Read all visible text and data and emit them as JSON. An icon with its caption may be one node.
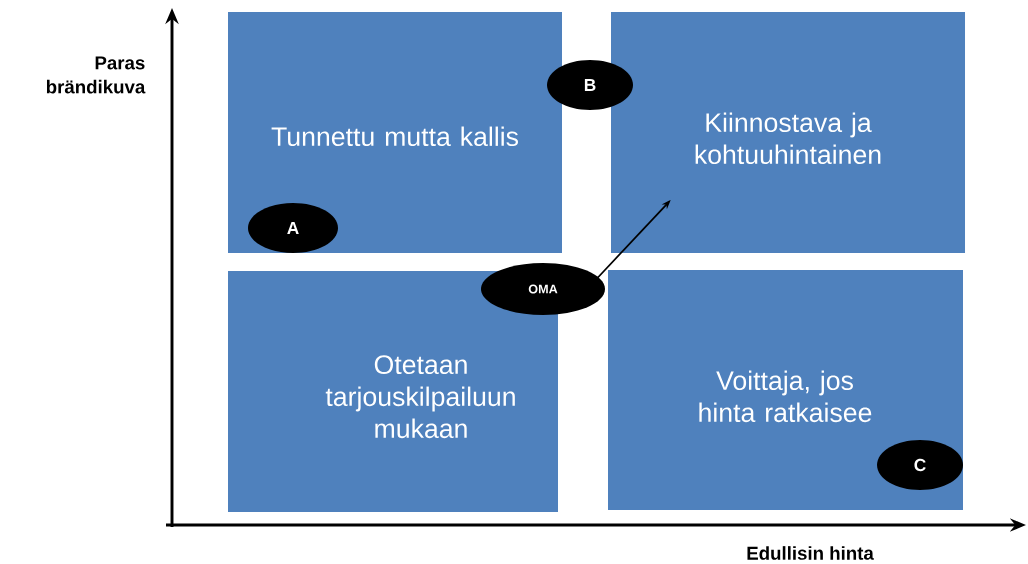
{
  "diagram": {
    "nodes": [
      {
        "text": [
          "Tunnettu mutta kallis"
        ]
      },
      {
        "text": [
          "B"
        ]
      },
      {
        "text": [
          "Kiinnostava ja kohtuuhintainen"
        ]
      },
      {
        "text": [
          "A"
        ],
        "in": 0
      },
      {
        "text": [
          "OMA"
        ]
      },
      {
        "text": [
          "Otetaan tarjouskilpailuun mukaan"
        ]
      },
      {
        "text": [
          "Voittaja, jos hinta ratkaisee"
        ]
      },
      {
        "text": [
          "C"
        ],
        "in": 6
      }
    ],
    "edges": [
      {
        "from": 4,
        "to": 2,
        "arrow": "to"
      }
    ],
    "labels": [
      "Paras brändikuva",
      "Edullisin hinta"
    ]
  }
}
